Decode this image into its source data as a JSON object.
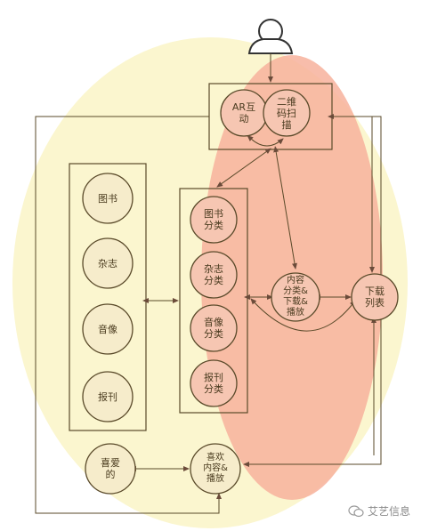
{
  "nodes": {
    "ar": "AR互\n动",
    "qr": "二维\n码扫\n描",
    "books": "图书",
    "magazines": "杂志",
    "audio_video": "音像",
    "newspapers": "报刊",
    "book_category": "图书\n分类",
    "magazine_category": "杂志\n分类",
    "audio_video_category": "音像\n分类",
    "newspaper_category": "报刊\n分类",
    "content_classify": "内容\n分类&\n下载&\n播放",
    "download_list": "下载\n列表",
    "favorites": "喜爱\n的",
    "favorite_content": "喜欢\n内容&\n播放"
  },
  "watermark": {
    "text": "艾艺信息",
    "icon": "wechat-icon"
  },
  "colors": {
    "yellow_region": "#fbf6cf",
    "red_region": "#f7b29c",
    "node_fill": "#f6eccb",
    "stroke": "#5a4a2a",
    "arrow": "#7a4a3a"
  }
}
